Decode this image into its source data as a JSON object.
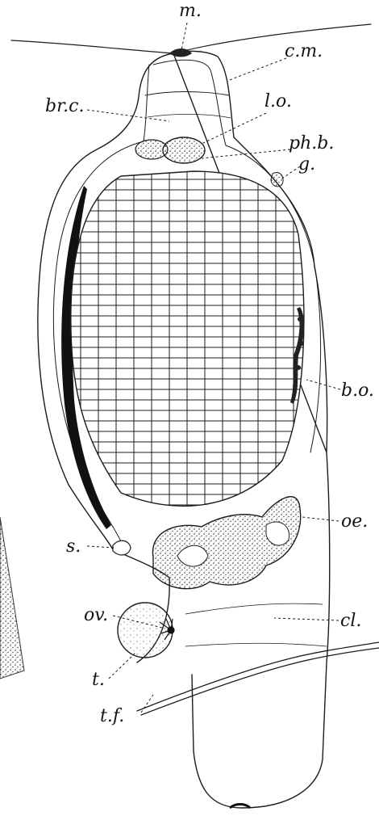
{
  "labels": {
    "m": "m.",
    "cm": "c.m.",
    "lo": "l.o.",
    "brc": "br.c.",
    "phb": "ph.b.",
    "g": "g.",
    "bo": "b.o.",
    "oe": "oe.",
    "s": "s.",
    "ov": "ov.",
    "cl": "cl.",
    "t": "t.",
    "tf": "t.f."
  },
  "colors": {
    "ink": "#1c1c1c",
    "paper": "#ffffff"
  }
}
